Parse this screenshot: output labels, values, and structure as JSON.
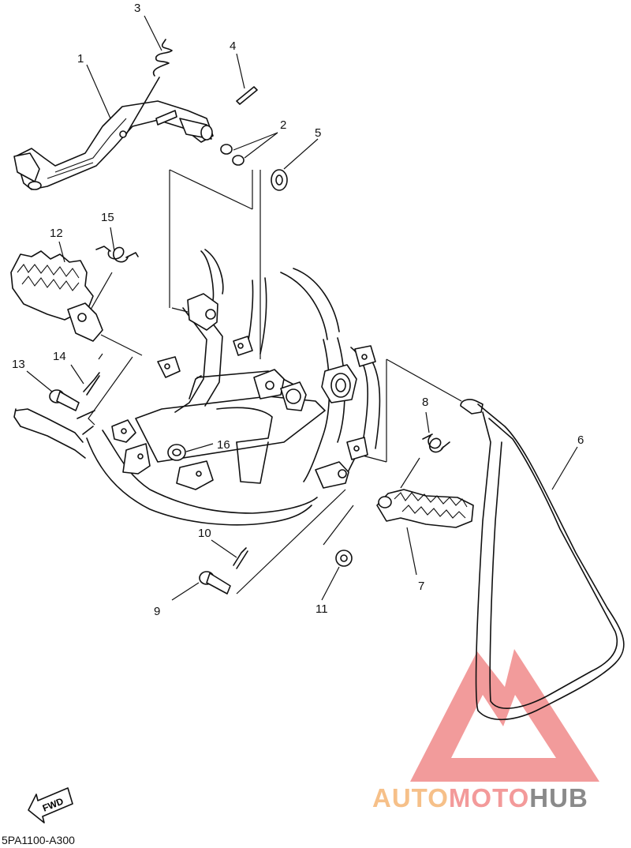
{
  "diagram": {
    "callouts": [
      "1",
      "2",
      "3",
      "4",
      "5",
      "6",
      "7",
      "8",
      "9",
      "10",
      "11",
      "12",
      "13",
      "14",
      "15",
      "16"
    ],
    "part_code": "5PA1100-A300",
    "fwd_label": "FWD"
  },
  "watermark": {
    "auto": "AUTO",
    "moto": "MOTO",
    "hub": "HUB",
    "colors": {
      "auto": "#f6c089",
      "moto": "#f39a9a",
      "hub": "#8a8a8a",
      "triangle": "#f08a8a"
    }
  }
}
